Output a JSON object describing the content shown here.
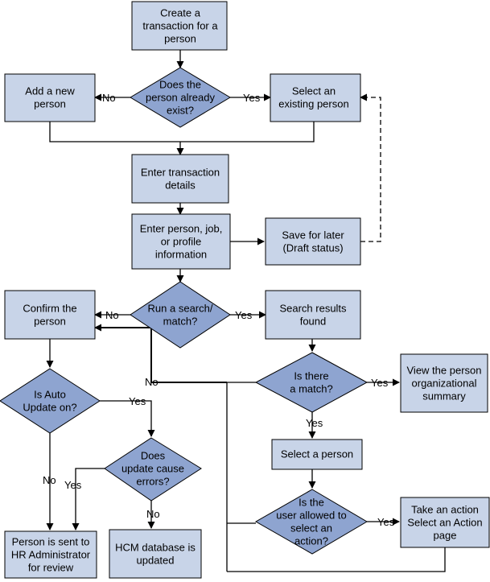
{
  "nodes": {
    "create_transaction": [
      "Create a",
      "transaction for a",
      "person"
    ],
    "person_exists": [
      "Does the",
      "person already",
      "exist?"
    ],
    "add_new_person": [
      "Add a new",
      "person"
    ],
    "select_existing_person": [
      "Select an",
      "existing person"
    ],
    "enter_transaction_details": [
      "Enter transaction",
      "details"
    ],
    "enter_person_info": [
      "Enter person, job,",
      "or profile",
      "information"
    ],
    "save_for_later": [
      "Save for later",
      "(Draft status)"
    ],
    "run_search": [
      "Run a search/",
      "match?"
    ],
    "confirm_person": [
      "Confirm the",
      "person"
    ],
    "search_results": [
      "Search results",
      "found"
    ],
    "is_match": [
      "Is there",
      "a match?"
    ],
    "view_org_summary": [
      "View the person",
      "organizational",
      "summary"
    ],
    "auto_update": [
      "Is Auto",
      "Update on?"
    ],
    "update_errors": [
      "Does",
      "update cause",
      "errors?"
    ],
    "select_person": [
      "Select a person"
    ],
    "user_allowed": [
      "Is the",
      "user allowed to",
      "select an",
      "action?"
    ],
    "take_action": [
      "Take an action",
      "Select an Action",
      "page"
    ],
    "sent_to_hr": [
      "Person is sent to",
      "HR Administrator",
      "for review"
    ],
    "hcm_updated": [
      "HCM database is",
      "updated"
    ]
  },
  "edge_labels": {
    "exists_no": "No",
    "exists_yes": "Yes",
    "search_no": "No",
    "search_yes": "Yes",
    "match_no": "No",
    "match_yes_right": "Yes",
    "match_yes_down": "Yes",
    "auto_yes": "Yes",
    "auto_no": "No",
    "errors_yes": "Yes",
    "errors_no": "No",
    "allowed_yes": "Yes"
  }
}
